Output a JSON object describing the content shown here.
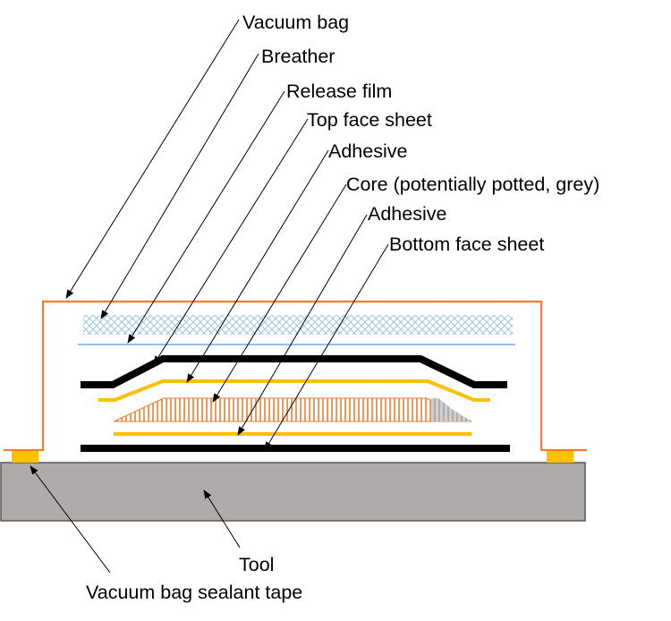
{
  "labels": {
    "vacuum_bag": "Vacuum bag",
    "breather": "Breather",
    "release_film": "Release film",
    "top_face_sheet": "Top face sheet",
    "adhesive_top": "Adhesive",
    "core": "Core (potentially potted, grey)",
    "adhesive_bottom": "Adhesive",
    "bottom_face_sheet": "Bottom face sheet",
    "tool": "Tool",
    "sealant_tape": "Vacuum bag sealant tape"
  },
  "colors": {
    "vacuum_bag": "#ED7D31",
    "breather": "#9DC3E6",
    "release_film": "#5B9BD5",
    "face_sheet": "#000000",
    "adhesive": "#FFC000",
    "core_hatch": "#ED7D31",
    "core_potted": "#A6A6A6",
    "tool_fill": "#AFABAB",
    "tool_edge": "#595959",
    "sealant_tape": "#FFC000"
  }
}
